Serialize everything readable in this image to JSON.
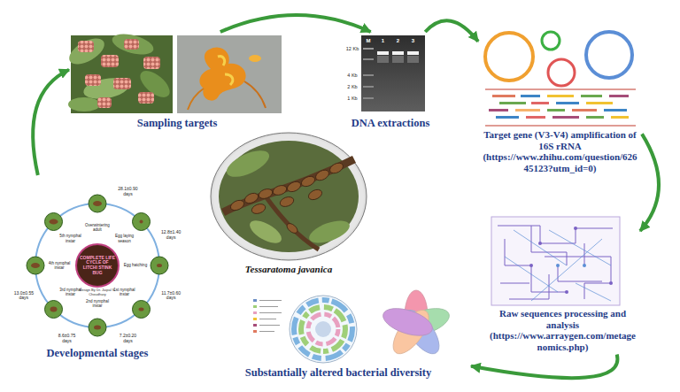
{
  "diagram": {
    "nodes": [
      {
        "text": [
          "Sampling targets"
        ]
      },
      {
        "text": [
          "DNA extractions"
        ]
      },
      {
        "text": [
          "Target gene (V3-V4) amplification of 16S rRNA (https://www.zhihu.com/question/62645123?utm_id=0)"
        ]
      },
      {
        "text": [
          "Raw sequences processing and analysis (https://www.arraygen.com/metagenomics.php)"
        ]
      },
      {
        "text": [
          "Substantially altered bacterial diversity"
        ]
      },
      {
        "text": [
          "Developmental stages"
        ]
      },
      {
        "text": [
          "Tessaratoma javanica"
        ]
      }
    ],
    "edges": [
      {
        "from": 0,
        "to": 1,
        "arrow": "to"
      },
      {
        "from": 1,
        "to": 2,
        "arrow": "to"
      },
      {
        "from": 2,
        "to": 3,
        "arrow": "to"
      },
      {
        "from": 3,
        "to": 4,
        "arrow": "to"
      },
      {
        "from": 5,
        "to": 0,
        "arrow": "to"
      }
    ],
    "labels": [
      "M",
      "1",
      "2",
      "3",
      "12 Kb",
      "4 Kb",
      "2 Kb",
      "1 Kb",
      "COMPLETE LIFE CYCLE OF LITCHI STINK BUG",
      "Design By Dr. Jaipal S. Choudhary",
      "Overwintering adult",
      "Egg laying season",
      "Egg hatching",
      "1st nymphal instar",
      "2nd nymphal instar",
      "3rd nymphal instar",
      "4th nymphal instar",
      "5th nymphal instar",
      "28.1±0.90 days",
      "12.8±1.40 days",
      "11.7±0.60 days",
      "7.2±0.20 days",
      "8.6±0.75 days",
      "13.0±0.55 days"
    ]
  }
}
